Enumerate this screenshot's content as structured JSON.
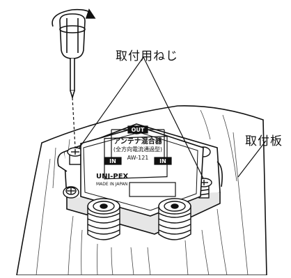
{
  "labels": {
    "mounting_screws": "取付用ねじ",
    "mounting_board": "取付板"
  },
  "device": {
    "out_label": "OUT",
    "brand_label": "アンテナ混合器",
    "type_label": "(全方向電流通過型)",
    "model": "AW-121",
    "in_left": "IN",
    "in_right": "IN",
    "maker": "UNI-PEX",
    "origin": "MADE IN JAPAN"
  },
  "colors": {
    "line": "#111111",
    "fill": "#ffffff",
    "shade": "#d9d9d9"
  }
}
